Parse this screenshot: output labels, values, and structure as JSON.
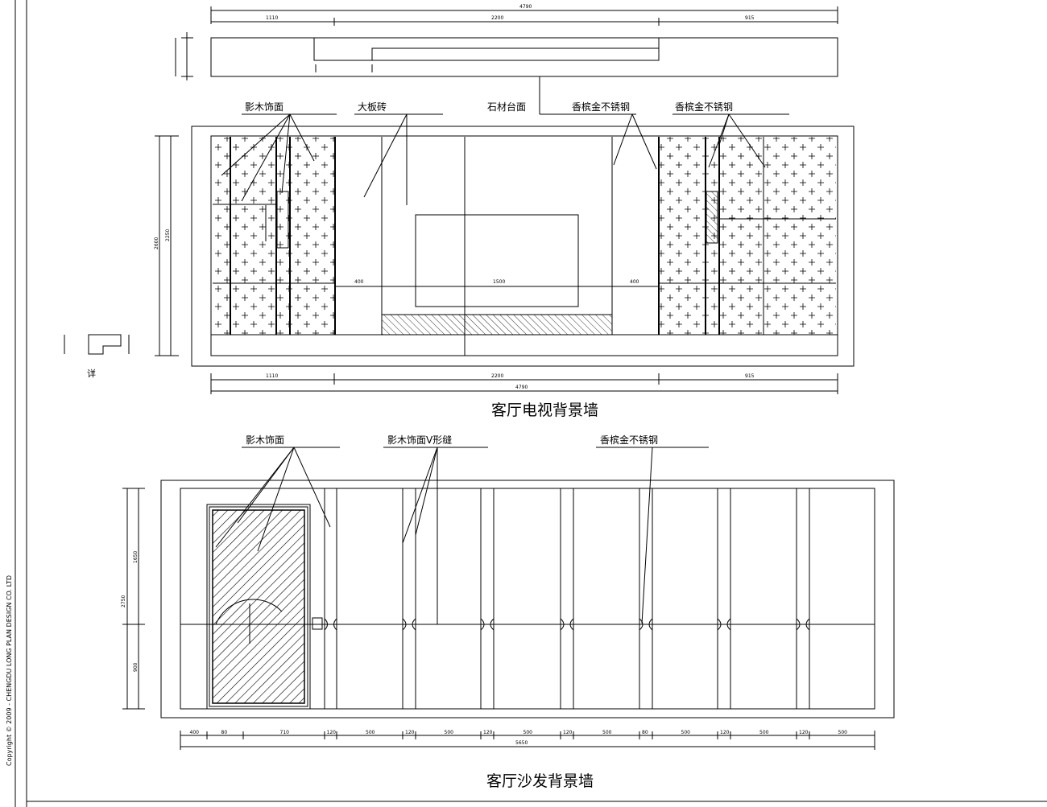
{
  "copyright": "Copyright © 2009 - CHENGDU LONG PLAN DESIGN CO. LTD",
  "tv_wall": {
    "title": "客厅电视背景墙",
    "labels": {
      "wood_veneer": "影木饰面",
      "marble": "大板砖",
      "stone": "石材台面",
      "steel_1": "香槟金不锈钢",
      "steel_2": "香槟金不锈钢"
    },
    "dims": {
      "top_total": "4790",
      "top_left": "1110",
      "top_mid": "2200",
      "top_right": "915",
      "bot_total": "4790",
      "bot_left": "1110",
      "bot_mid": "2200",
      "bot_right": "915",
      "height": "2600",
      "inner_height": "2250",
      "left_gap": "400",
      "right_gap": "400",
      "center_w": "1500",
      "left_w": "400",
      "right_w": "400"
    },
    "detail_label": "详"
  },
  "sofa_wall": {
    "title": "客厅沙发背景墙",
    "labels": {
      "wood_veneer": "影木饰面",
      "groove": "影木饰面V形缝",
      "steel": "香槟金不锈钢"
    },
    "dims": {
      "height": "2750",
      "upper": "1650",
      "lower": "900",
      "segments": [
        "400",
        "80",
        "710",
        "120",
        "500",
        "120",
        "500",
        "120",
        "500",
        "120",
        "500",
        "80",
        "500",
        "120",
        "500",
        "120",
        "500"
      ],
      "total": "5650"
    }
  }
}
